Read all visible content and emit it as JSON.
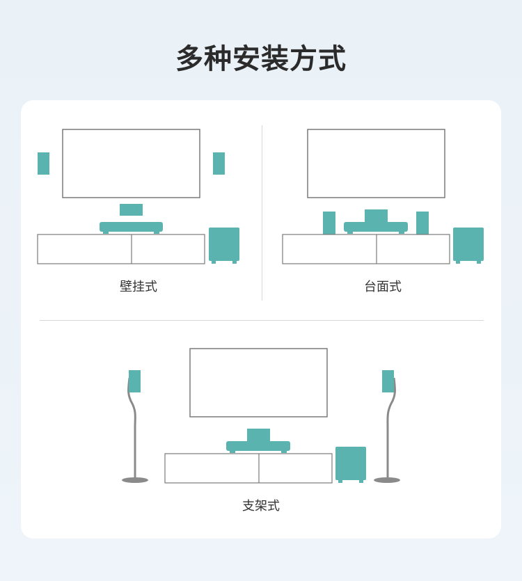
{
  "title": "多种安装方式",
  "colors": {
    "speaker": "#5ab3af",
    "outline": "#7a7a7a",
    "stand": "#8a8a8a",
    "card": "#ffffff"
  },
  "modes": [
    {
      "label": "壁挂式",
      "icons": [
        "tv-icon",
        "soundbar-icon",
        "speaker-icon",
        "subwoofer-icon",
        "tv-cabinet-icon"
      ]
    },
    {
      "label": "台面式",
      "icons": [
        "tv-icon",
        "soundbar-icon",
        "speaker-icon",
        "subwoofer-icon",
        "tv-cabinet-icon"
      ]
    },
    {
      "label": "支架式",
      "icons": [
        "tv-icon",
        "soundbar-icon",
        "speaker-stand-icon",
        "subwoofer-icon",
        "tv-cabinet-icon"
      ]
    }
  ]
}
